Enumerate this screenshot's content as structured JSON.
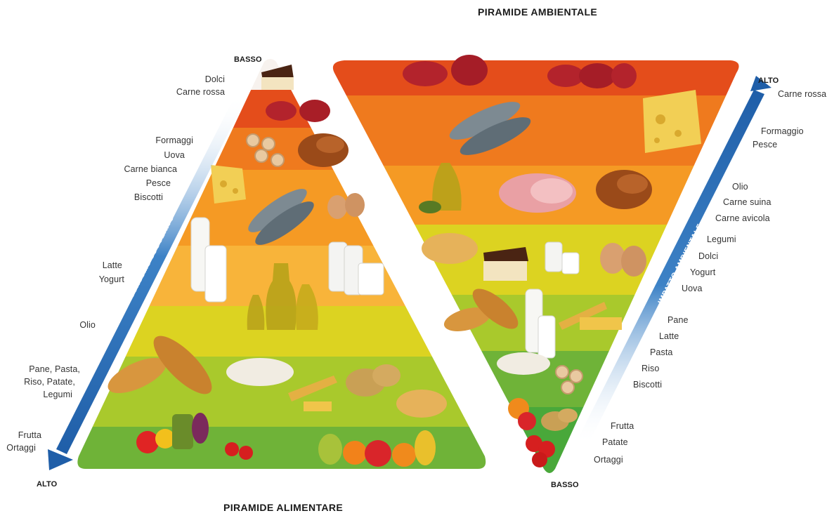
{
  "title_top": "PIRAMIDE AMBIENTALE",
  "title_bottom": "PIRAMIDE ALIMENTARE",
  "left_pyramid": {
    "top_label": "BASSO",
    "bottom_label": "ALTO",
    "arrow_label": "CONSUMO SUGGERITO",
    "labels": [
      "Dolci",
      "Carne rossa",
      "Formaggi",
      "Uova",
      "Carne bianca",
      "Pesce",
      "Biscotti",
      "Latte",
      "Yogurt",
      "Olio",
      "Pane, Pasta,",
      "Riso, Patate,",
      "Legumi",
      "Frutta",
      "Ortaggi"
    ]
  },
  "right_pyramid": {
    "top_label": "ALTO",
    "bottom_label": "BASSO",
    "arrow_label": "IMPATTO AMBIENTALE",
    "labels": [
      "Carne rossa",
      "Formaggio",
      "Pesce",
      "Olio",
      "Carne suina",
      "Carne avicola",
      "Legumi",
      "Dolci",
      "Yogurt",
      "Uova",
      "Pane",
      "Latte",
      "Pasta",
      "Riso",
      "Biscotti",
      "Frutta",
      "Patate",
      "Ortaggi"
    ]
  },
  "colors": {
    "band_red": "#e44d1b",
    "band_orange_dark": "#ef7a1e",
    "band_orange": "#f59a24",
    "band_orange_light": "#f8b43a",
    "band_yellow": "#dcd321",
    "band_lime": "#a9c92c",
    "band_green": "#6fb338",
    "band_green_dark": "#49a83a",
    "arrow_blue": "#2f6fb5"
  }
}
